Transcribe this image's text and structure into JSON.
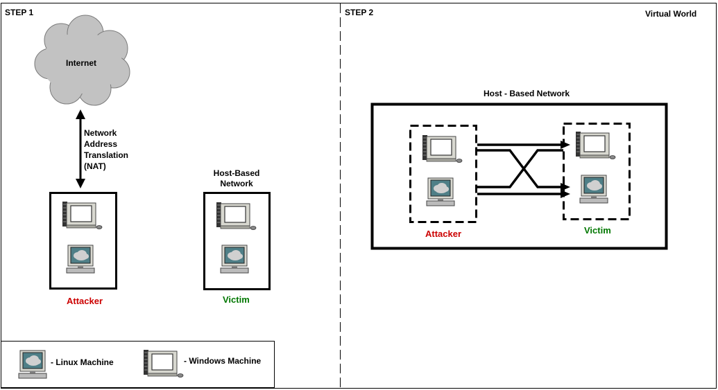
{
  "step1": {
    "title": "STEP 1",
    "cloud_label": "Internet",
    "nat_label": [
      "Network",
      "Address",
      "Translation",
      "(NAT)"
    ],
    "attacker_label": "Attacker",
    "host_network_label": [
      "Host-Based",
      "Network"
    ],
    "victim_label": "Victim"
  },
  "step2": {
    "title": "STEP 2",
    "corner_label": "Virtual World",
    "network_title": "Host - Based Network",
    "attacker_label": "Attacker",
    "victim_label": "Victim"
  },
  "legend": {
    "linux_label": "- Linux Machine",
    "windows_label": "- Windows Machine"
  },
  "colors": {
    "attacker": "#cc0000",
    "victim": "#007700",
    "cloud_fill": "#c0c0c0",
    "screen_teal": "#4f7f87"
  },
  "icons": [
    "linux-machine-icon",
    "windows-machine-icon",
    "cloud-icon",
    "double-arrow-icon"
  ]
}
